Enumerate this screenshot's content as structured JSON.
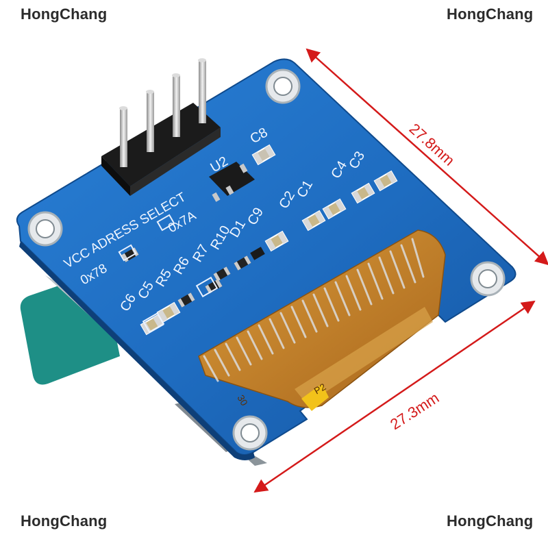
{
  "watermarks": {
    "top_left": "HongChang",
    "top_right": "HongChang",
    "bottom_left": "HongChang",
    "bottom_right": "HongChang"
  },
  "dimensions": {
    "height_label": "27.8mm",
    "width_label": "27.3mm",
    "color": "#d41a1a"
  },
  "pcb": {
    "board_color": "#1f6fc4",
    "flex_color": "#c9852a",
    "silkscreen": {
      "vcc_address_select": "VCC ADRESS SELECT",
      "addr_0x78": "0x78",
      "addr_0x7a": "0x7A",
      "u2": "U2",
      "c8": "C8",
      "c3": "C3",
      "c4": "C4",
      "c1": "C1",
      "c2": "C2",
      "c9": "C9",
      "d1": "D1",
      "r10": "R10",
      "r7": "R7",
      "r6": "R6",
      "r5": "R5",
      "c5": "C5",
      "c6": "C6",
      "flex_30": "30",
      "flex_p2": "P2"
    }
  }
}
